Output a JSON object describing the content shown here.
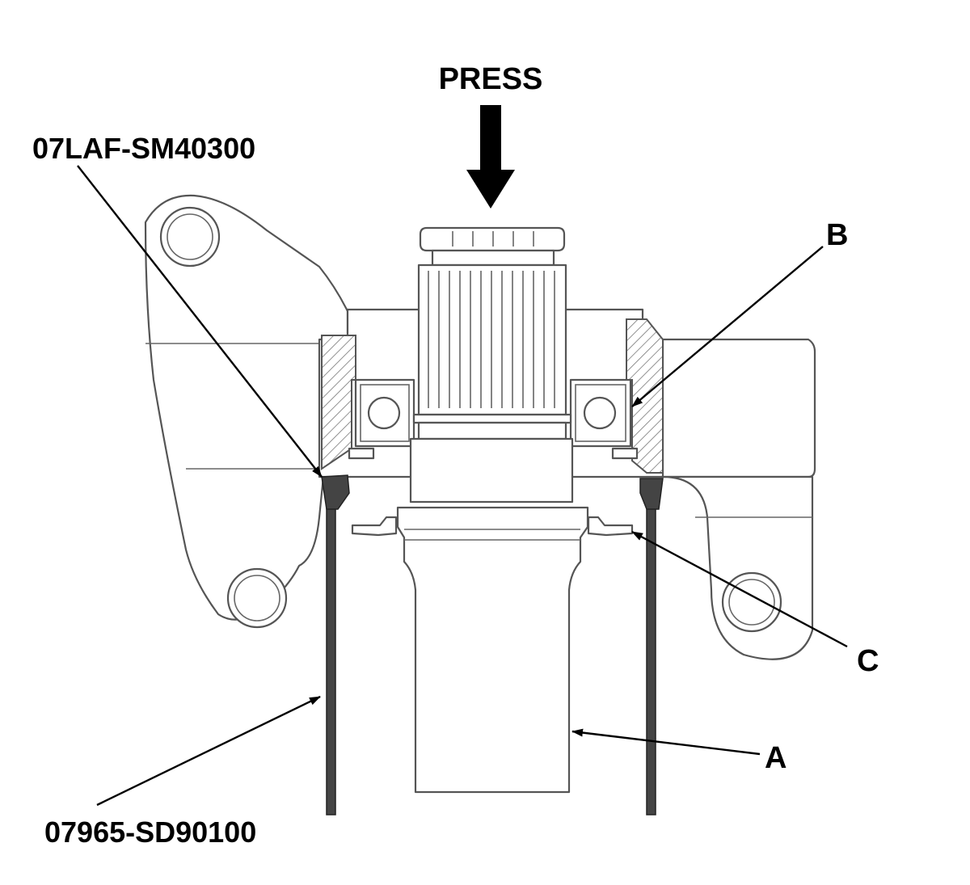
{
  "labels": {
    "press": "PRESS",
    "tool_upper": "07LAF-SM40300",
    "tool_lower": "07965-SD90100",
    "callout_a": "A",
    "callout_b": "B",
    "callout_c": "C"
  },
  "colors": {
    "ink": "#000000",
    "outline": "#555555",
    "hatch": "#777777",
    "tool_fill": "#444444"
  }
}
